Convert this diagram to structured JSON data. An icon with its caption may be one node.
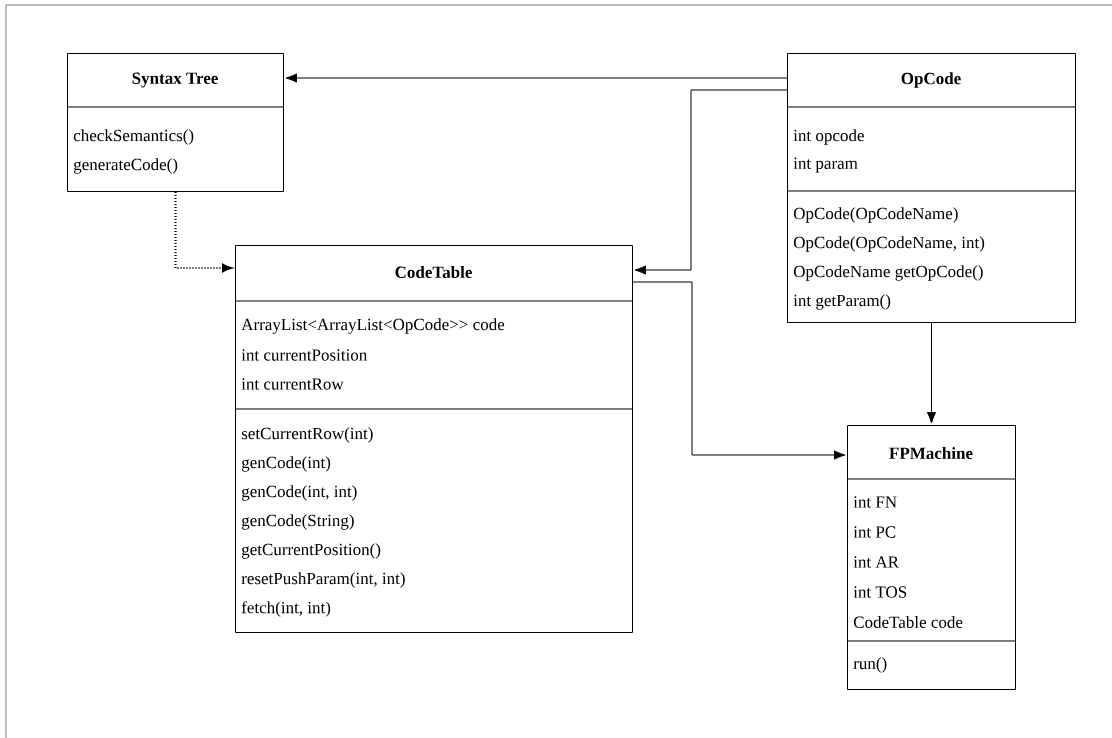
{
  "diagram": {
    "nodes": [
      {
        "text": [
          "Syntax Tree",
          "checkSemantics()",
          "generateCode()"
        ]
      },
      {
        "text": [
          "OpCode",
          "int opcode",
          "int param",
          "OpCode(OpCodeName)",
          "OpCode(OpCodeName, int)",
          "OpCodeName getOpCode()",
          "int getParam()"
        ]
      },
      {
        "text": [
          "CodeTable",
          "ArrayList<ArrayList<OpCode>> code",
          "int currentPosition",
          "int currentRow",
          "setCurrentRow(int)",
          "genCode(int)",
          "genCode(int, int)",
          "genCode(String)",
          "getCurrentPosition()",
          "resetPushParam(int, int)",
          "fetch(int, int)"
        ]
      },
      {
        "text": [
          "FPMachine",
          "int FN",
          "int PC",
          "int AR",
          "int TOS",
          "CodeTable code",
          "run()"
        ]
      }
    ],
    "edges": [
      {
        "from": 1,
        "to": 0,
        "arrow": "to"
      },
      {
        "from": 1,
        "to": 2,
        "arrow": "to"
      },
      {
        "from": 0,
        "to": 2,
        "arrow": "to",
        "style": "dashed"
      },
      {
        "from": 2,
        "to": 3,
        "arrow": "to"
      },
      {
        "from": 1,
        "to": 3,
        "arrow": "to"
      }
    ]
  }
}
